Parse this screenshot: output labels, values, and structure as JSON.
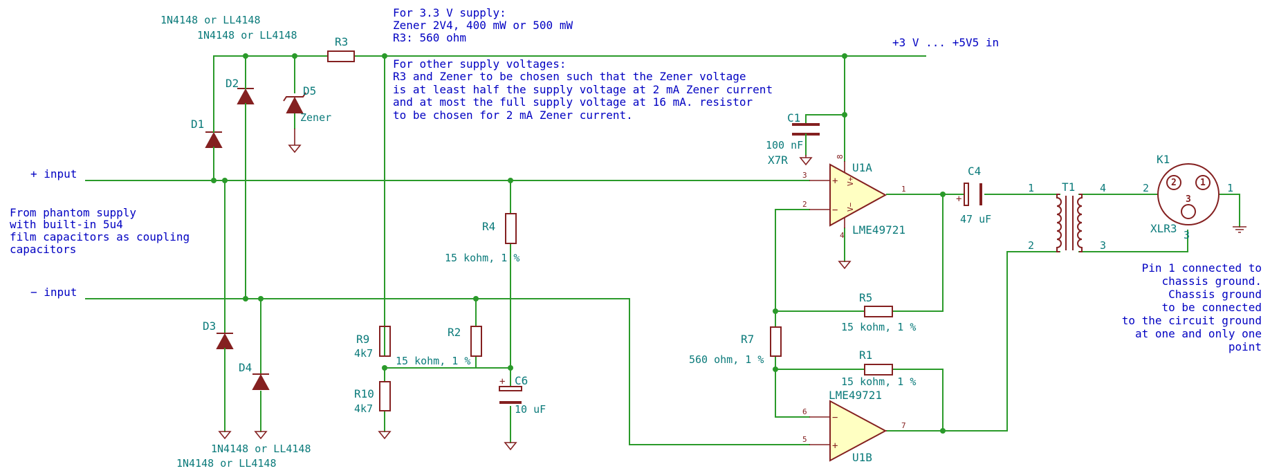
{
  "nets": {
    "plus_input": "+ input",
    "minus_input": "− input",
    "supply": "+3 V ... +5V5 in"
  },
  "notes": {
    "phantom": [
      "From phantom supply",
      "with built-in 5u4",
      "film capacitors as coupling",
      "capacitors"
    ],
    "supply33": [
      "For 3.3 V supply:",
      "Zener 2V4, 400 mW or 500 mW",
      "R3: 560 ohm"
    ],
    "other": [
      "For other supply voltages:",
      "R3 and Zener to be chosen such that the Zener voltage",
      "is at least half the supply voltage at 2 mA Zener current",
      "and at most the full supply voltage at 16 mA. resistor",
      "to be chosen for 2 mA Zener current."
    ],
    "pin1": [
      "Pin 1 connected to",
      "chassis ground.",
      "Chassis ground",
      "to be connected",
      "to the circuit ground",
      "at one and only one",
      "point"
    ]
  },
  "components": {
    "D1": {
      "ref": "D1",
      "value": "1N4148 or LL4148"
    },
    "D2": {
      "ref": "D2",
      "value": "1N4148 or LL4148"
    },
    "D3": {
      "ref": "D3",
      "value": "1N4148 or LL4148"
    },
    "D4": {
      "ref": "D4",
      "value": "1N4148 or LL4148"
    },
    "D5": {
      "ref": "D5",
      "value": "Zener"
    },
    "R1": {
      "ref": "R1",
      "value": "15 kohm, 1 %"
    },
    "R2": {
      "ref": "R2",
      "value": "15 kohm, 1 %"
    },
    "R3": {
      "ref": "R3"
    },
    "R4": {
      "ref": "R4",
      "value": "15 kohm, 1 %"
    },
    "R5": {
      "ref": "R5",
      "value": "15 kohm, 1 %"
    },
    "R7": {
      "ref": "R7",
      "value": "560 ohm, 1 %"
    },
    "R9": {
      "ref": "R9",
      "value": "4k7"
    },
    "R10": {
      "ref": "R10",
      "value": "4k7"
    },
    "C1": {
      "ref": "C1",
      "value": "100 nF",
      "dielectric": "X7R"
    },
    "C4": {
      "ref": "C4",
      "value": "47 uF"
    },
    "C6": {
      "ref": "C6",
      "value": "10 uF"
    },
    "U1A": {
      "ref": "U1A",
      "value": "LME49721"
    },
    "U1B": {
      "ref": "U1B",
      "value": "LME49721"
    },
    "T1": {
      "ref": "T1"
    },
    "K1": {
      "ref": "K1",
      "value": "XLR3"
    }
  },
  "pins": {
    "u1a_inp": "3",
    "u1a_inn": "2",
    "u1a_out": "1",
    "u1a_vp": "8",
    "u1a_vn": "4",
    "u1b_inn": "6",
    "u1b_inp": "5",
    "u1b_out": "7",
    "t1_p1": "1",
    "t1_p2": "2",
    "t1_s4": "4",
    "t1_s3": "3",
    "k1_left": "2",
    "k1_right": "1",
    "k1_bottom": "3",
    "xlr_1": "1",
    "xlr_2": "2",
    "xlr_3": "3",
    "op_plus": "+",
    "op_minus": "−",
    "pwr_vp": "V+",
    "pwr_vn": "V−",
    "cap_plus": "+"
  },
  "colors": {
    "wire": "#2a9a2a",
    "component": "#842020",
    "reference": "#0a7a7a",
    "note": "#0000c2",
    "opamp_fill": "#ffffc2"
  }
}
